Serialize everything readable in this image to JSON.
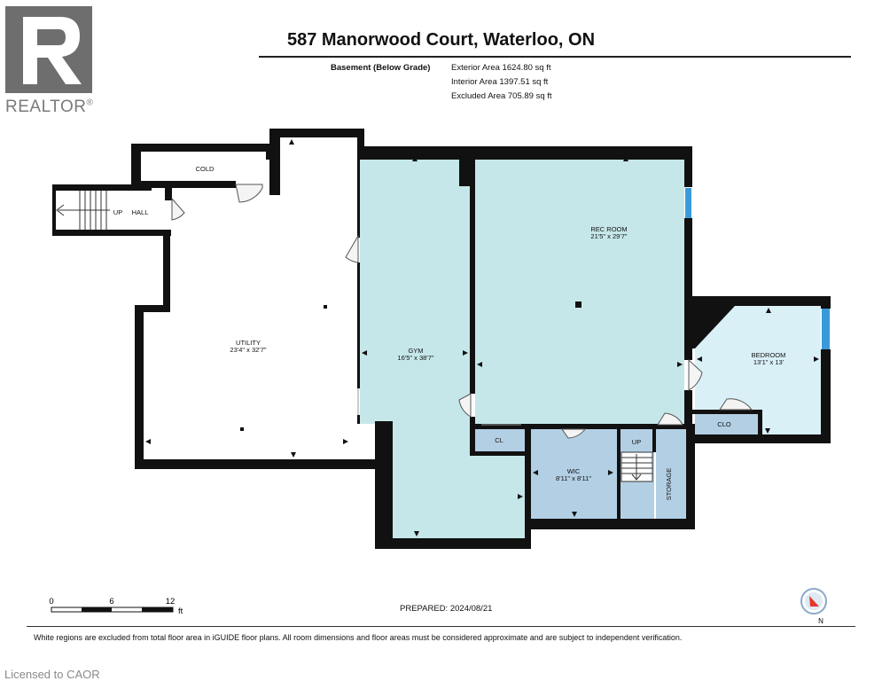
{
  "header": {
    "title": "587 Manorwood Court, Waterloo, ON",
    "level_label": "Basement (Below Grade)",
    "areas": [
      "Exterior Area 1624.80 sq ft",
      "Interior Area 1397.51 sq ft",
      "Excluded Area 705.89 sq ft"
    ]
  },
  "brand": {
    "logo_text": "REALTOR",
    "registered": "®"
  },
  "rooms": {
    "cold": {
      "name": "COLD"
    },
    "hall": {
      "name": "HALL"
    },
    "up_stairs_left": {
      "name": "UP"
    },
    "utility": {
      "name": "UTILITY",
      "dims": "23'4\" x 32'7\""
    },
    "gym": {
      "name": "GYM",
      "dims": "16'5\" x 38'7\""
    },
    "rec_room": {
      "name": "REC ROOM",
      "dims": "21'5\" x 29'7\""
    },
    "bedroom": {
      "name": "BEDROOM",
      "dims": "13'1\" x 13'"
    },
    "cl": {
      "name": "CL"
    },
    "wic": {
      "name": "WIC",
      "dims": "8'11\" x 8'11\""
    },
    "up_stairs_center": {
      "name": "UP"
    },
    "storage": {
      "name": "STORAGE"
    },
    "clo": {
      "name": "CLO"
    }
  },
  "scale": {
    "ticks": [
      "0",
      "6",
      "12"
    ],
    "unit": "ft"
  },
  "prepared": "PREPARED: 2024/08/21",
  "compass": {
    "label": "N"
  },
  "footnote": "White regions are excluded from total floor area in iGUIDE floor plans. All room dimensions and floor areas must be considered approximate and are subject to independent verification.",
  "licensed": "Licensed to CAOR",
  "colors": {
    "room_fill": "#c6e7e9",
    "room_fill_dark": "#b3cfe4",
    "wall": "#111111",
    "window": "#3a9ad9"
  }
}
